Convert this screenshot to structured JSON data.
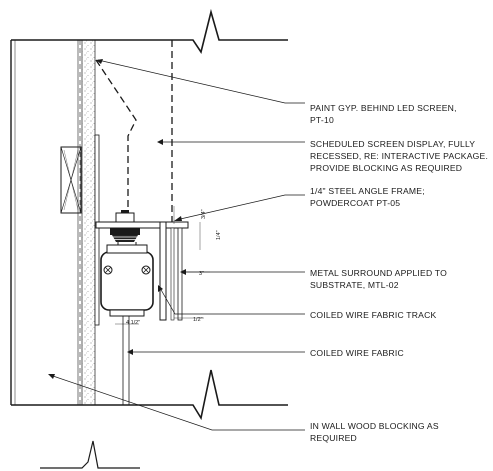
{
  "notes": [
    {
      "lines": [
        "PAINT GYP. BEHIND LED SCREEN,",
        "PT-10"
      ]
    },
    {
      "lines": [
        "SCHEDULED SCREEN DISPLAY, FULLY",
        "RECESSED, RE: INTERACTIVE PACKAGE.",
        "PROVIDE BLOCKING AS REQUIRED"
      ]
    },
    {
      "lines": [
        "1/4\" STEEL ANGLE FRAME;",
        "POWDERCOAT PT-05"
      ]
    },
    {
      "lines": [
        "METAL SURROUND APPLIED TO",
        "SUBSTRATE, MTL-02"
      ]
    },
    {
      "lines": [
        "COILED WIRE FABRIC TRACK"
      ]
    },
    {
      "lines": [
        "COILED WIRE FABRIC"
      ]
    },
    {
      "lines": [
        "IN WALL WOOD BLOCKING AS",
        "REQUIRED"
      ]
    }
  ],
  "dimensions": {
    "angle_leg": "3/4\"",
    "angle_thickness": "1/4\"",
    "surround_depth": "3\"",
    "surround_gap": "1/2\"",
    "track_offset": "4 1/2\""
  }
}
